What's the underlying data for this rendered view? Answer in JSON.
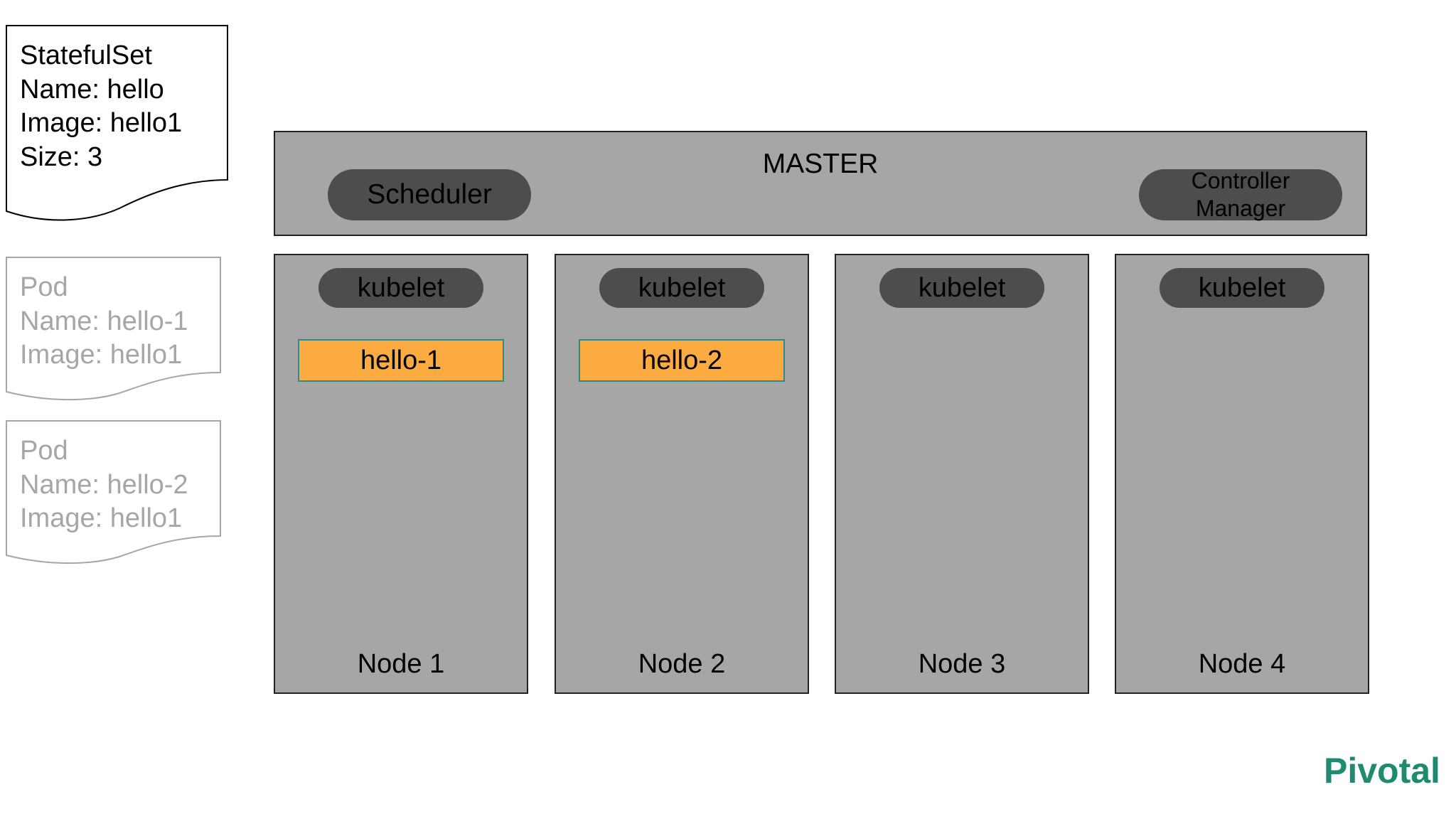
{
  "statefulset": {
    "lines": [
      "StatefulSet",
      "Name: hello",
      "Image: hello1",
      "Size: 3"
    ]
  },
  "pods_docs": [
    {
      "lines": [
        "Pod",
        "Name: hello-1",
        "Image: hello1"
      ]
    },
    {
      "lines": [
        "Pod",
        "Name: hello-2",
        "Image: hello1"
      ]
    }
  ],
  "master": {
    "title": "MASTER",
    "scheduler": "Scheduler",
    "controller_manager": "Controller\nManager"
  },
  "nodes": [
    {
      "kubelet": "kubelet",
      "pod": "hello-1",
      "label": "Node 1"
    },
    {
      "kubelet": "kubelet",
      "pod": "hello-2",
      "label": "Node 2"
    },
    {
      "kubelet": "kubelet",
      "label": "Node 3"
    },
    {
      "kubelet": "kubelet",
      "label": "Node 4"
    }
  ],
  "logo": "Pivotal",
  "colors": {
    "master_bg": "#a6a6a6",
    "pill": "#4d4d4d",
    "pod": "#fcab40",
    "pod_border": "#2e8b8b",
    "faded_text": "#a6a6a6",
    "logo": "#1f8a70"
  }
}
